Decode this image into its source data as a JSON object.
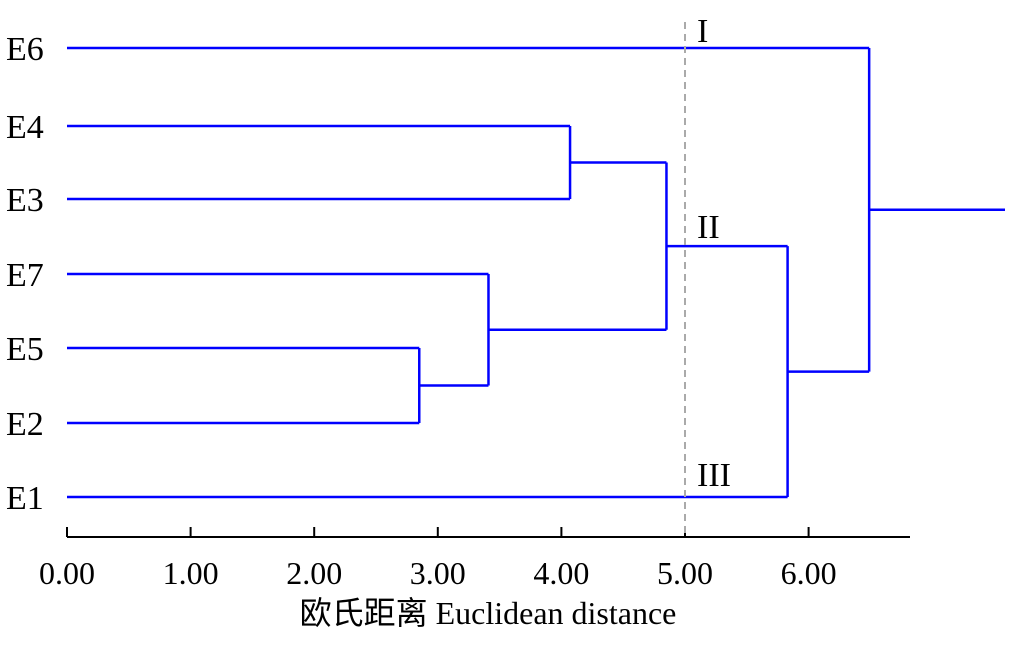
{
  "chart_data": {
    "type": "dendrogram",
    "title": "",
    "xlabel": "欧氏距离 Euclidean distance",
    "xlim": [
      0,
      6.83
    ],
    "xticks": [
      "0.00",
      "1.00",
      "2.00",
      "3.00",
      "4.00",
      "5.00",
      "6.00"
    ],
    "leaves": [
      "E6",
      "E4",
      "E3",
      "E7",
      "E5",
      "E2",
      "E1"
    ],
    "merges": [
      {
        "a": "E5",
        "b": "E2",
        "distance": 2.85,
        "id": "m1"
      },
      {
        "a": "E7",
        "b": "m1",
        "distance": 3.41,
        "id": "m2"
      },
      {
        "a": "E4",
        "b": "E3",
        "distance": 4.07,
        "id": "m3"
      },
      {
        "a": "m3",
        "b": "m2",
        "distance": 4.85,
        "id": "m4"
      },
      {
        "a": "m4",
        "b": "E1",
        "distance": 5.83,
        "id": "m5"
      },
      {
        "a": "E6",
        "b": "m5",
        "distance": 6.49,
        "id": "m6"
      }
    ],
    "cut_line": 5.0,
    "cluster_labels": [
      {
        "text": "I",
        "near": "E6"
      },
      {
        "text": "II",
        "near": "m4"
      },
      {
        "text": "III",
        "near": "E1"
      }
    ],
    "line_color": "#0000ff",
    "cut_color": "#aaaaaa"
  }
}
